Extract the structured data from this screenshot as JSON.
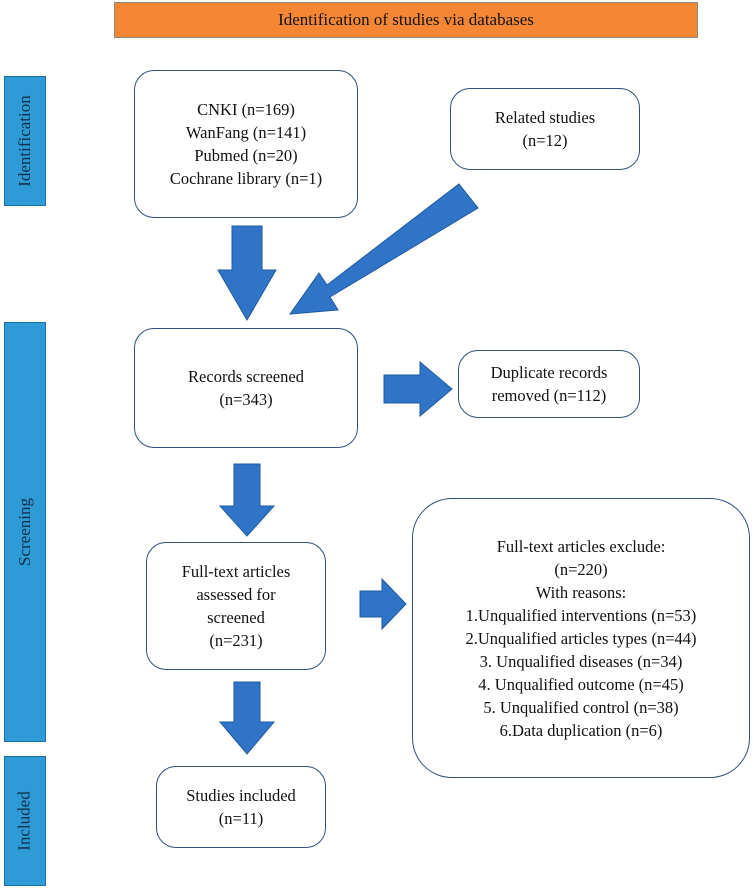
{
  "header": {
    "title": "Identification of studies via databases"
  },
  "phases": {
    "identification": "Identification",
    "screening": "Screening",
    "included": "Included"
  },
  "databases": {
    "lines": [
      "CNKI (n=169)",
      "WanFang (n=141)",
      "Pubmed (n=20)",
      "Cochrane library (n=1)"
    ]
  },
  "related": {
    "lines": [
      "Related studies",
      "(n=12)"
    ]
  },
  "screened": {
    "lines": [
      "Records screened",
      "(n=343)"
    ]
  },
  "duplicates": {
    "lines": [
      "Duplicate records",
      "removed (n=112)"
    ]
  },
  "fulltext": {
    "lines": [
      "Full-text articles",
      "assessed for",
      "screened",
      "(n=231)"
    ]
  },
  "excluded": {
    "lines": [
      "Full-text articles exclude:",
      "(n=220)",
      "With reasons:",
      "1.Unqualified interventions (n=53)",
      "2.Unqualified articles types (n=44)",
      "3. Unqualified diseases (n=34)",
      "4. Unqualified outcome (n=45)",
      "5. Unqualified control (n=38)",
      "6.Data duplication (n=6)"
    ]
  },
  "included": {
    "lines": [
      "Studies included",
      "(n=11)"
    ]
  },
  "colors": {
    "header_fill": "#f58634",
    "phase_fill": "#2e9ad6",
    "arrow_fill": "#2f74c6",
    "box_border": "#2f4f7f"
  }
}
